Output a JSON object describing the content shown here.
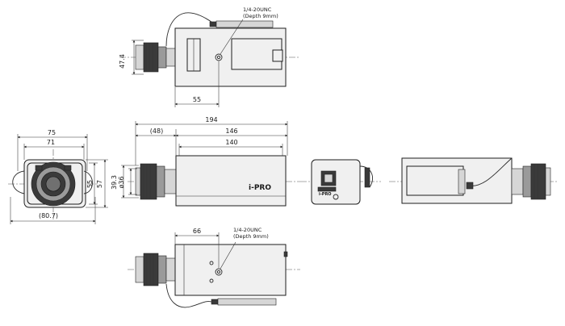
{
  "brand": {
    "logo_text": "i-PRO"
  },
  "notes": {
    "thread_top": {
      "line1": "1/4-20UNC",
      "line2": "(Depth 9mm)"
    },
    "thread_bottom": {
      "line1": "1/4-20UNC",
      "line2": "(Depth 9mm)"
    }
  },
  "dimensions": {
    "top_view_height": "47.4",
    "top_view_offset": "55",
    "front_width_outer": "75",
    "front_width_inner": "71",
    "front_height_outer": "57",
    "front_height_inner": "55",
    "front_width_total": "(80.7)",
    "side_length_total": "194",
    "side_lens_length": "(48)",
    "side_body_length": "146",
    "side_body_inner": "140",
    "side_lens_height_a": "39.3",
    "side_lens_height_b": "ø36",
    "bottom_view_offset": "66"
  },
  "rear_label": "i-PRO"
}
